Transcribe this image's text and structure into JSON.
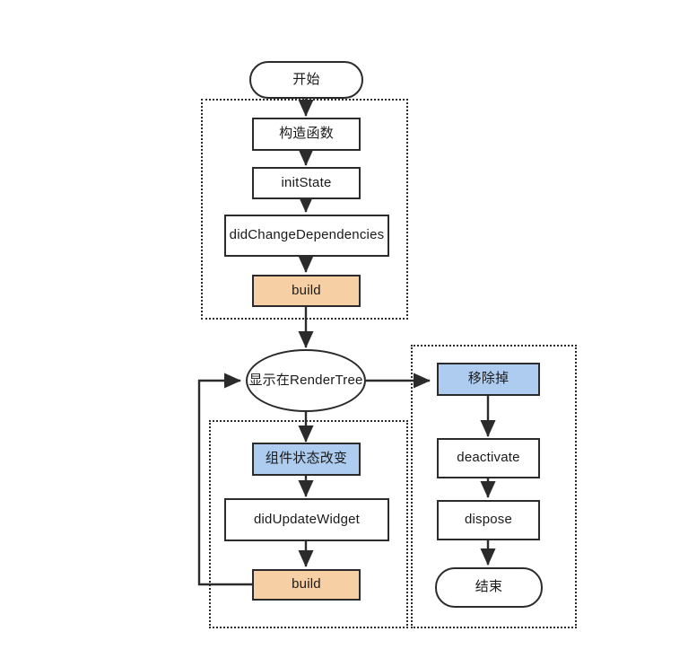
{
  "diagram": {
    "title": "Flutter StatefulWidget lifecycle flowchart",
    "background": "#ffffff",
    "stroke_color": "#2b2b2b",
    "accent_orange": "#f7cfa4",
    "accent_blue": "#aecbf0"
  },
  "nodes": {
    "start": {
      "label": "开始",
      "shape": "rounded",
      "fill": "#ffffff"
    },
    "constructor": {
      "label": "构造函数",
      "shape": "rect",
      "fill": "#ffffff"
    },
    "init_state": {
      "label": "initState",
      "shape": "rect",
      "fill": "#ffffff"
    },
    "did_change_dependencies": {
      "label": "didChangeDependencies",
      "shape": "rect",
      "fill": "#ffffff"
    },
    "build_first": {
      "label": "build",
      "shape": "rect",
      "fill": "#f7cfa4"
    },
    "render_tree": {
      "label": "显示在RenderTree",
      "shape": "ellipse",
      "fill": "#ffffff"
    },
    "state_changed": {
      "label": "组件状态改变",
      "shape": "rect",
      "fill": "#aecbf0"
    },
    "did_update_widget": {
      "label": "didUpdateWidget",
      "shape": "rect",
      "fill": "#ffffff"
    },
    "build_update": {
      "label": "build",
      "shape": "rect",
      "fill": "#f7cfa4"
    },
    "removed": {
      "label": "移除掉",
      "shape": "rect",
      "fill": "#aecbf0"
    },
    "deactivate": {
      "label": "deactivate",
      "shape": "rect",
      "fill": "#ffffff"
    },
    "dispose": {
      "label": "dispose",
      "shape": "rect",
      "fill": "#ffffff"
    },
    "end": {
      "label": "结束",
      "shape": "rounded",
      "fill": "#ffffff"
    }
  },
  "groups": {
    "init_phase": {
      "label": "",
      "style": "dotted"
    },
    "update_phase": {
      "label": "",
      "style": "dotted"
    },
    "teardown_phase": {
      "label": "",
      "style": "dotted"
    }
  },
  "edges": [
    {
      "from": "start",
      "to": "constructor"
    },
    {
      "from": "constructor",
      "to": "init_state"
    },
    {
      "from": "init_state",
      "to": "did_change_dependencies"
    },
    {
      "from": "did_change_dependencies",
      "to": "build_first"
    },
    {
      "from": "build_first",
      "to": "render_tree"
    },
    {
      "from": "render_tree",
      "to": "state_changed"
    },
    {
      "from": "state_changed",
      "to": "did_update_widget"
    },
    {
      "from": "did_update_widget",
      "to": "build_update"
    },
    {
      "from": "build_update",
      "to": "render_tree"
    },
    {
      "from": "render_tree",
      "to": "removed"
    },
    {
      "from": "removed",
      "to": "deactivate"
    },
    {
      "from": "deactivate",
      "to": "dispose"
    },
    {
      "from": "dispose",
      "to": "end"
    }
  ]
}
